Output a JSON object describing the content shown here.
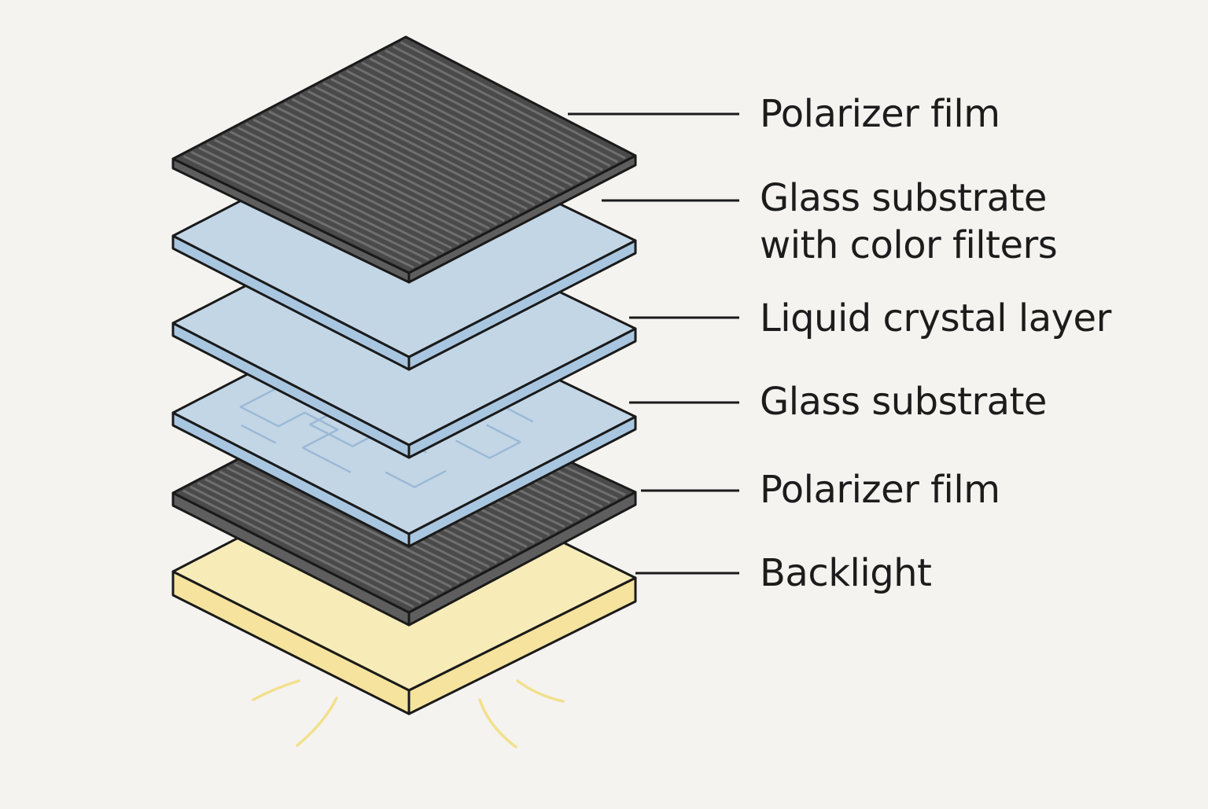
{
  "colors": {
    "background": "#f4f3f0",
    "outline": "#1a1a1a",
    "polarizer_top": "#4a4a4a",
    "polarizer_side": "#5e5e5e",
    "polarizer_stripe": "#6f6f6f",
    "glass_top": "#c3d6e6",
    "glass_side": "#a9c6e0",
    "circuit_trace": "#9bb9d5",
    "backlight_top": "#f7ebb8",
    "backlight_side": "#f5e39e",
    "glow": "#f2e08c",
    "leader": "#1a1a1a"
  },
  "layers": [
    {
      "id": "polarizer-top",
      "label": "Polarizer film",
      "material": "polarizer"
    },
    {
      "id": "glass-color",
      "label_lines": [
        "Glass substrate",
        "with color filters"
      ],
      "material": "glass"
    },
    {
      "id": "liquid-crystal",
      "label": "Liquid crystal layer",
      "material": "glass"
    },
    {
      "id": "glass-substrate",
      "label": "Glass substrate",
      "material": "glass-circuit"
    },
    {
      "id": "polarizer-bottom",
      "label": "Polarizer film",
      "material": "polarizer"
    },
    {
      "id": "backlight",
      "label": "Backlight",
      "material": "backlight"
    }
  ]
}
